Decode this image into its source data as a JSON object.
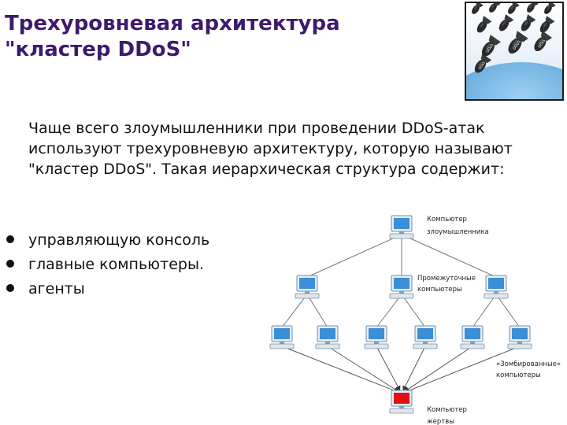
{
  "title": {
    "line1": "Трехуровневая архитектура",
    "line2": "\"кластер DDoS\""
  },
  "illustration": {
    "icon": "ddos-bombs-icon",
    "bomb_label": "DDoS"
  },
  "intro": {
    "text": "Чаще всего злоумышленники при проведении DDoS-атак используют трехуровневую архитектуру, которую называют \"кластер DDoS\". Такая иерархическая структура содержит:"
  },
  "bullets": [
    "управляющую консоль",
    "главные компьютеры.",
    "агенты"
  ],
  "diagram": {
    "attacker_label": [
      "Компьютер",
      "злоумышленника"
    ],
    "intermediate_label": [
      "Промежуточные",
      "компьютеры"
    ],
    "zombie_label": [
      "«Зомбированные»",
      "компьютеры"
    ],
    "victim_label": [
      "Компьютер",
      "жертвы"
    ],
    "colors": {
      "computer": "#3b8fd6",
      "victim": "#e01010",
      "lines": "#777777"
    }
  },
  "colors": {
    "title": "#3d1a6e",
    "text": "#111111"
  }
}
